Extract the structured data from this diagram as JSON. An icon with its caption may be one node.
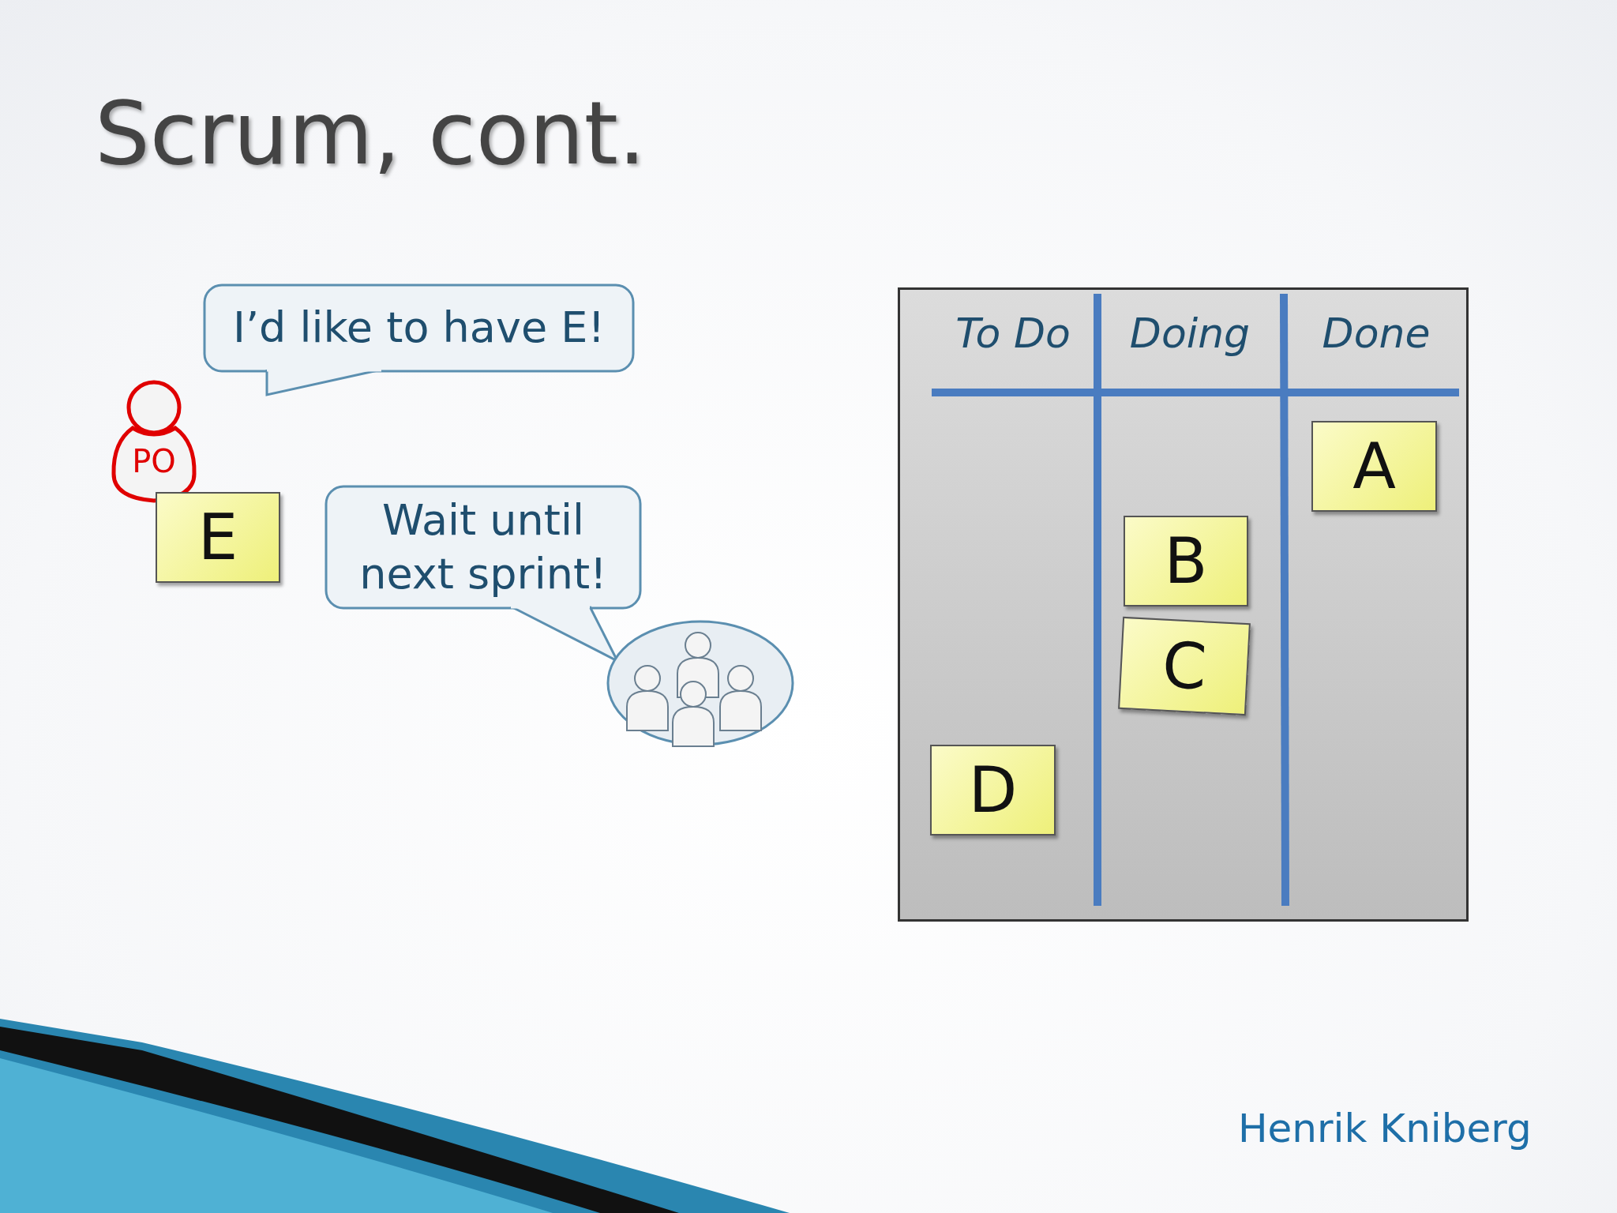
{
  "diagram": {
    "title": "Scrum, cont.",
    "nodes": [
      {
        "text": [
          "I’d like to have E!"
        ]
      },
      {
        "text": [
          "PO"
        ]
      },
      {
        "text": [
          "E"
        ]
      },
      {
        "text": [
          "Wait until next sprint!"
        ]
      },
      {
        "text": [],
        "shape": "person"
      },
      {
        "text": [
          "To Do",
          "Doing",
          "Done"
        ]
      },
      {
        "text": [
          "A"
        ],
        "in": 5
      },
      {
        "text": [
          "B"
        ],
        "in": 5
      },
      {
        "text": [
          "C"
        ],
        "in": 5
      },
      {
        "text": [
          "D"
        ],
        "in": 5
      }
    ],
    "labels": [
      "Henrik Kniberg"
    ]
  }
}
